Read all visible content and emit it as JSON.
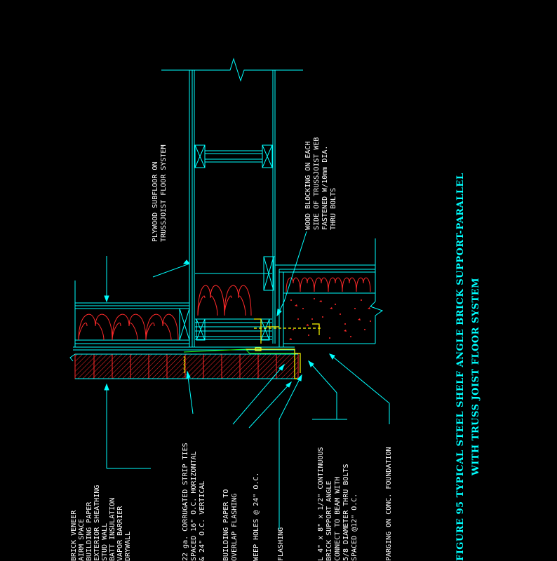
{
  "drawing": {
    "title_line1": "FIGURE 95  TYPICAL STEEL SHELF ANGLE BRICK SUPPORT-PARALLEL",
    "title_line2": "WITH TRUSS JOIST FLOOR SYSTEM",
    "colors": {
      "background": "#000000",
      "linework": "#00ffff",
      "text": "#ffffff",
      "brick_hatch": "#ff2a2a",
      "steel": "#ffff00",
      "flashing": "#22ff22"
    }
  },
  "notes": {
    "wall_layers": [
      "BRICK VENEER",
      "AIRM SPACE",
      "BUILDING PAPER",
      "EXTERIOR SHEATHING",
      "STUD WALL",
      "BATT INSULATION",
      "VAPOR BARRIER",
      "DRYWALL"
    ],
    "plywood_subfloor": [
      "PLYWOOD SUBFLOOR ON",
      "TRUSSJOIST FLOOR SYSTEM"
    ],
    "wood_blocking": [
      "WOOD BLOCKING ON EACH",
      "SIDE OF TRUSSJOIST WEB",
      "FASTENED W/10mm DIA.",
      "THRU BOLTS"
    ],
    "strip_ties": [
      "22 ga.  CORRUGATED STRIP TIES",
      "SPACED 16\" O.C. HORIZONTAL",
      "& 24\" O.C. VERTICAL"
    ],
    "building_paper": [
      "BUILDING PAPER TO",
      "OVERLAP FLASHING"
    ],
    "weep_holes": [
      "WEEP HOLES @ 24\" O.C."
    ],
    "flashing": [
      "FLASHING"
    ],
    "shelf_angle": [
      "L 4\" x 8\" x 1/2\" CONTINUOUS",
      "BRICK SUPPORT ANGLE",
      "CONNECT TO BEAM WITH",
      "5/8 DIAMETER THRU BOLTS",
      "SPACED @12\" O.C."
    ],
    "parging": [
      "PARGING ON CONC. FOUNDATION"
    ]
  }
}
